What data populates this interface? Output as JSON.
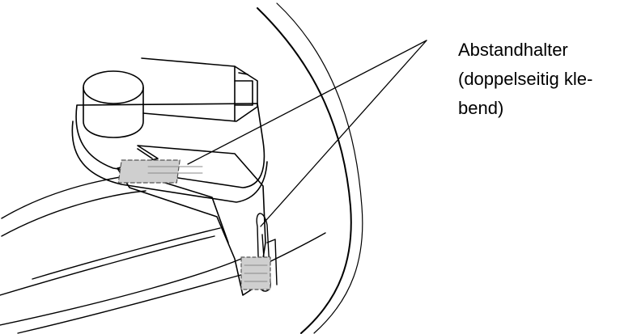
{
  "callout": {
    "lines": [
      "Abstandhalter",
      "(doppelseitig kle-",
      "bend)"
    ]
  },
  "colors": {
    "ink": "#000000",
    "paper": "#ffffff",
    "hatch": "#8a8a8a",
    "dashed": "#555555"
  }
}
